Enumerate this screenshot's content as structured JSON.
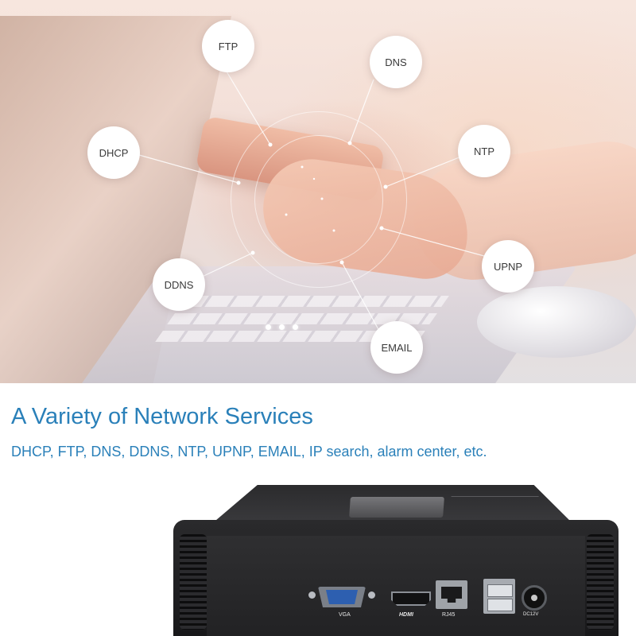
{
  "network_services": {
    "nodes": {
      "ftp": "FTP",
      "dns": "DNS",
      "dhcp": "DHCP",
      "ntp": "NTP",
      "upnp": "UPNP",
      "ddns": "DDNS",
      "email": "EMAIL"
    }
  },
  "headline": {
    "title": "A Variety of Network Services",
    "subtitle": "DHCP, FTP, DNS, DDNS, NTP, UPNP, EMAIL, IP search, alarm center, etc."
  },
  "device": {
    "ports": {
      "vga": "VGA",
      "hdmi": "HDMI",
      "rj45": "RJ45",
      "dc": "DC12V"
    }
  },
  "colors": {
    "accent": "#2a80b9",
    "node_bg": "#ffffff",
    "device_body": "#1f1f21"
  }
}
